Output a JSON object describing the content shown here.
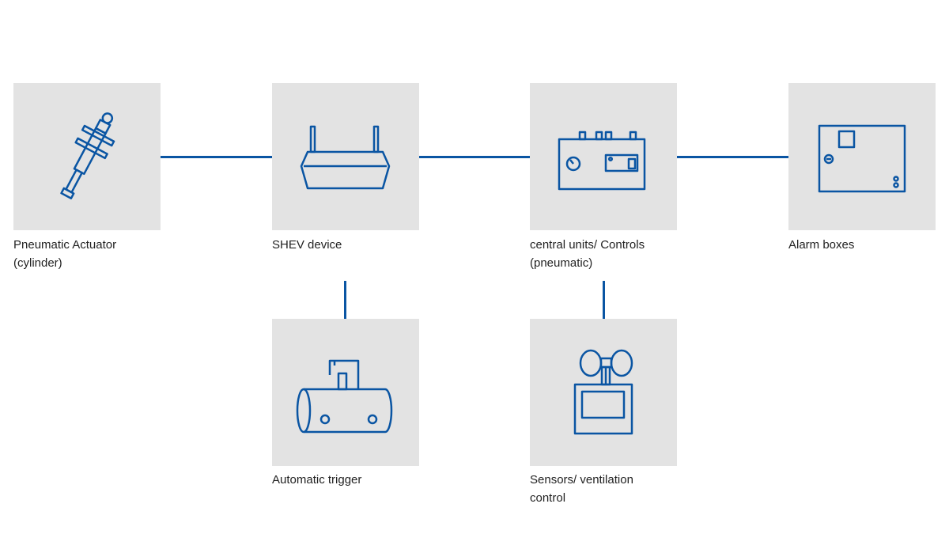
{
  "colors": {
    "accent": "#0a55a3",
    "tile": "#e3e3e3",
    "text": "#222222",
    "background": "#ffffff"
  },
  "nodes": {
    "actuator": {
      "icon": "pneumatic-actuator-icon",
      "label": [
        "Pneumatic Actuator",
        "(cylinder)"
      ]
    },
    "shev": {
      "icon": "shev-device-icon",
      "label": [
        "SHEV device"
      ]
    },
    "central": {
      "icon": "central-unit-icon",
      "label": [
        "central units/ Controls",
        "(pneumatic)"
      ]
    },
    "alarm": {
      "icon": "alarm-box-icon",
      "label": [
        "Alarm boxes"
      ]
    },
    "trigger": {
      "icon": "automatic-trigger-icon",
      "label": [
        "Automatic trigger"
      ]
    },
    "sensors": {
      "icon": "wind-sensor-icon",
      "label": [
        "Sensors/ ventilation",
        "control"
      ]
    }
  }
}
